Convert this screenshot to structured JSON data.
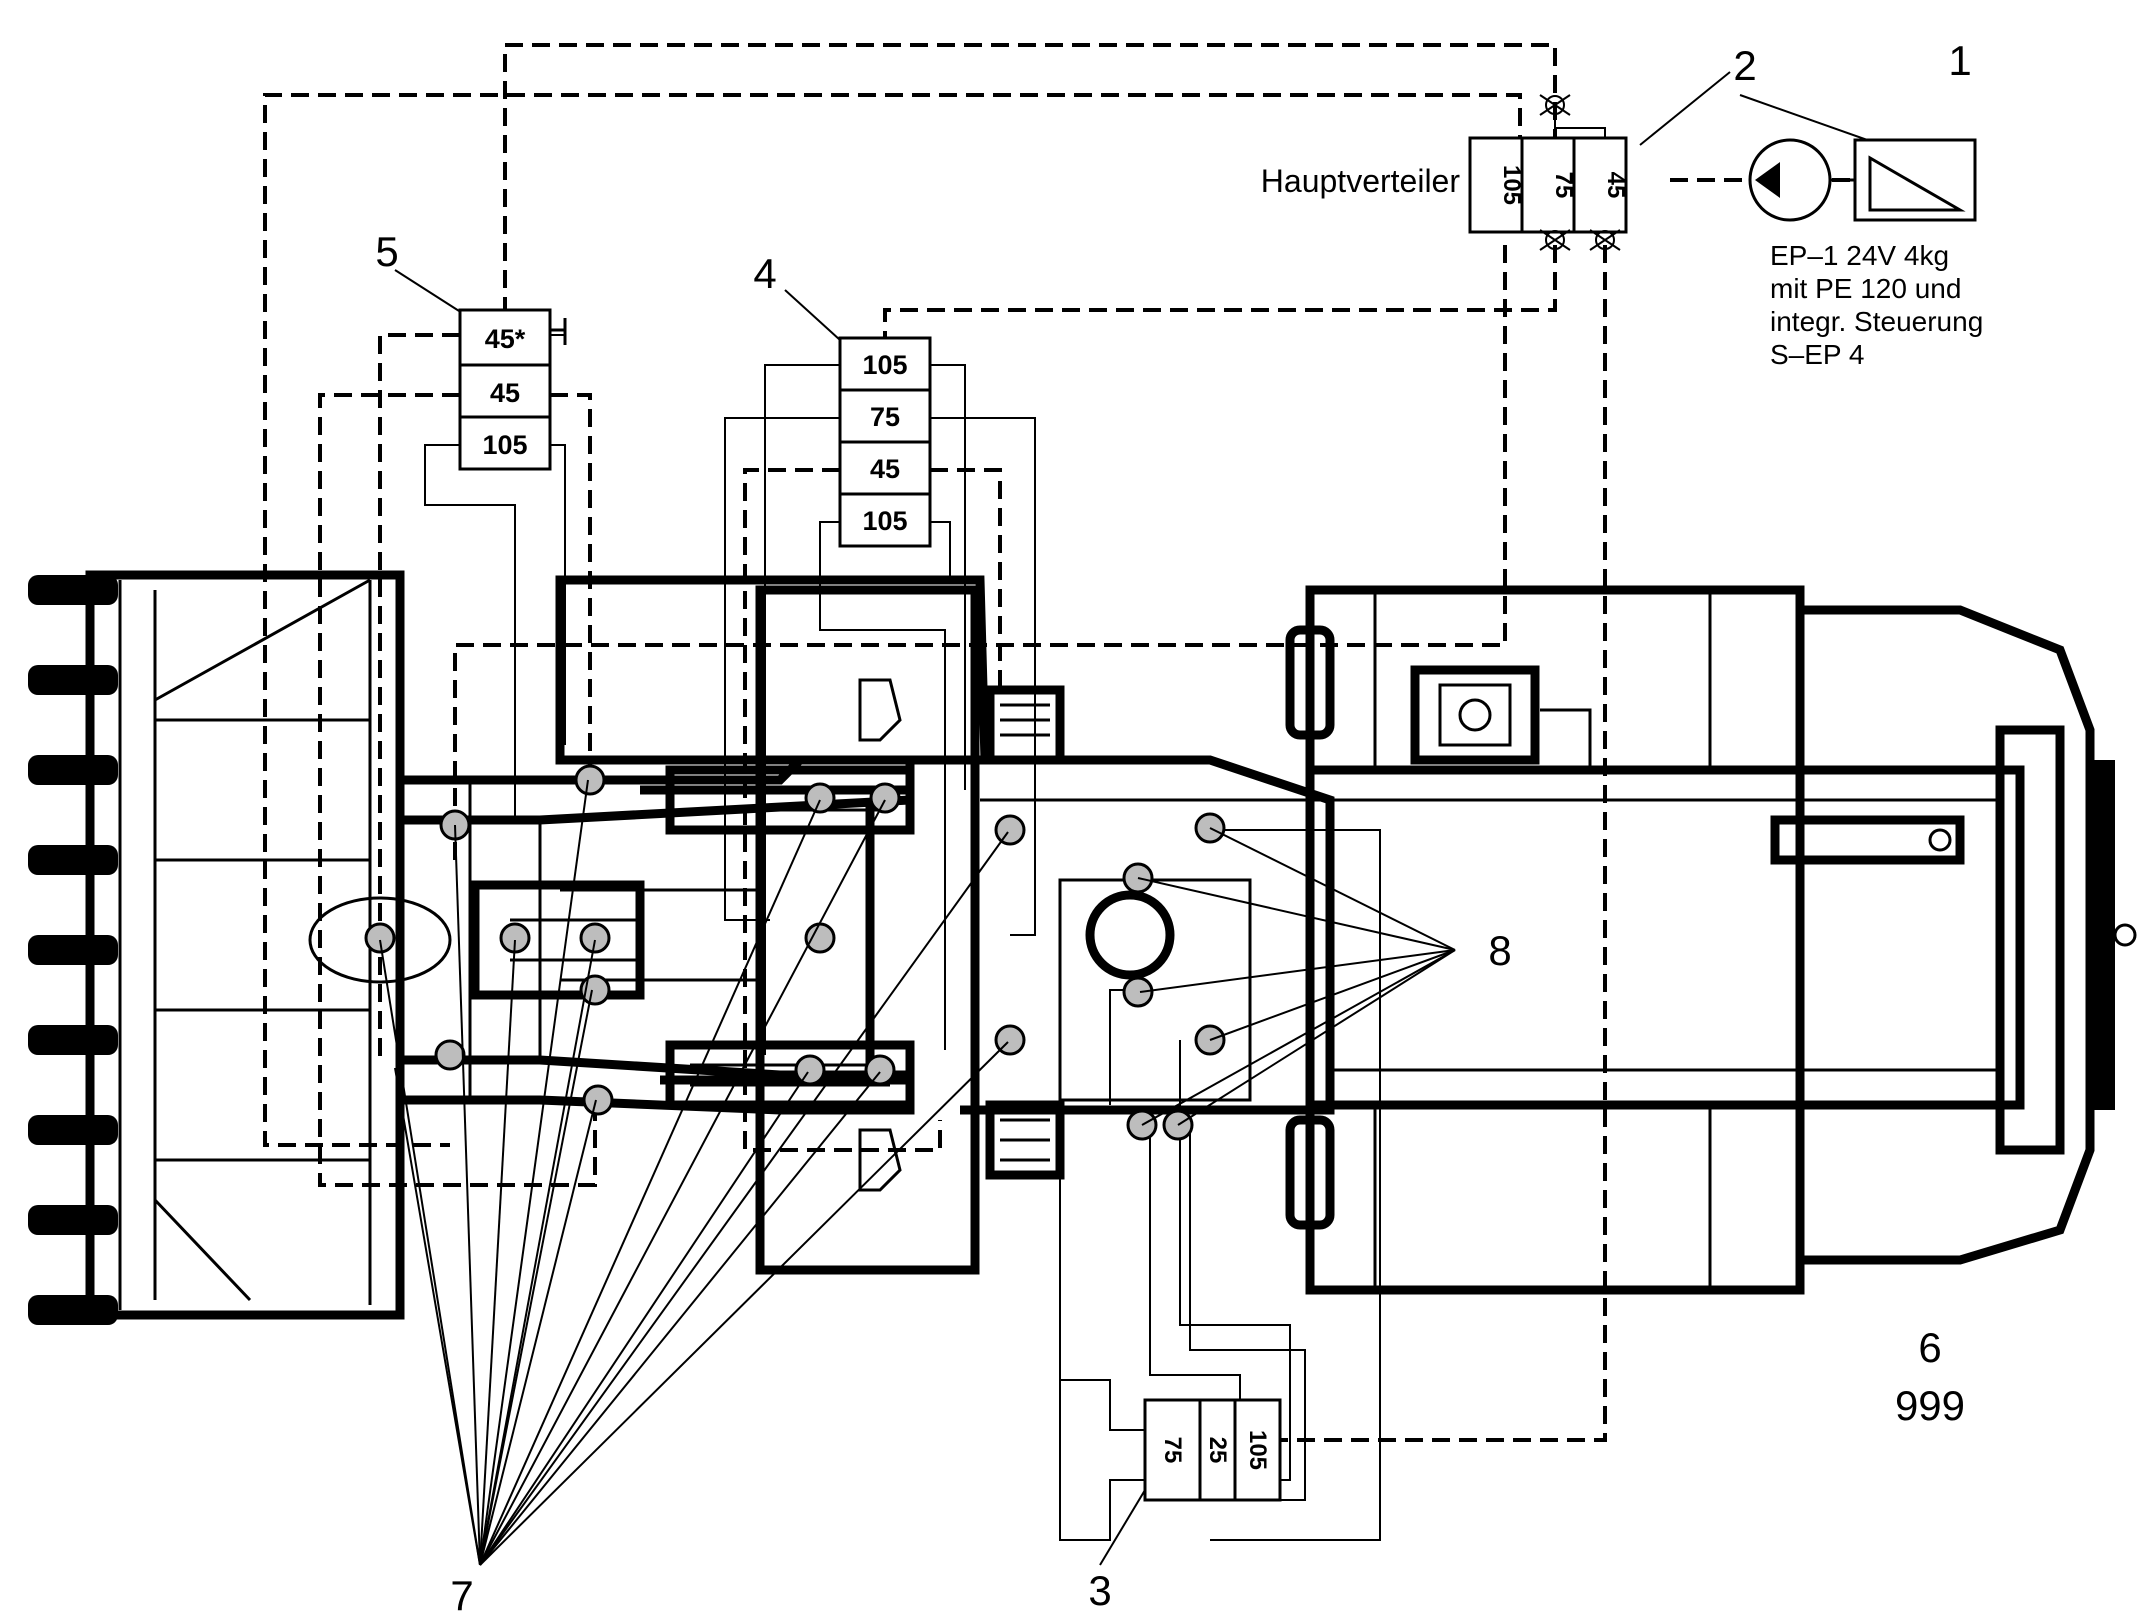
{
  "main_distributor": {
    "label": "Hauptverteiler",
    "cells": [
      "105",
      "75",
      "45"
    ]
  },
  "pump": {
    "caption_lines": [
      "EP–1 24V 4kg",
      "mit PE 120 und",
      "integr. Steuerung",
      "S–EP 4"
    ]
  },
  "distributor_4": {
    "cells": [
      "105",
      "75",
      "45",
      "105"
    ]
  },
  "distributor_5": {
    "cells": [
      "45*",
      "45",
      "105"
    ]
  },
  "distributor_3": {
    "cells": [
      "75",
      "25",
      "105"
    ]
  },
  "callouts": {
    "c1": "1",
    "c2": "2",
    "c3": "3",
    "c4": "4",
    "c5": "5",
    "c6": "6",
    "c7": "7",
    "c8": "8"
  },
  "figure_number": "999"
}
